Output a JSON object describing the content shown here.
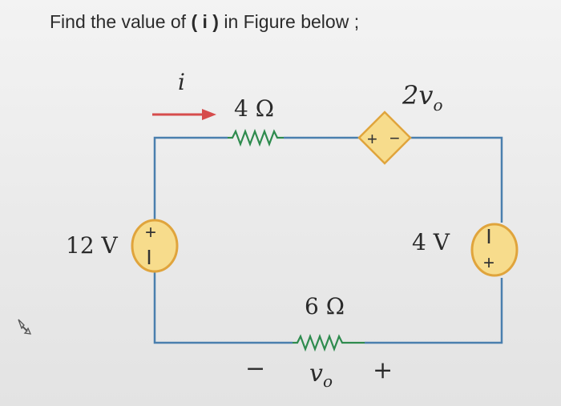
{
  "question": {
    "prefix": "Find the value of ",
    "bold": "( i )",
    "suffix": " in Figure  below ;"
  },
  "circuit": {
    "current_label": "i",
    "r_top": "4 Ω",
    "dependent_source": "2v",
    "dependent_source_sub": "o",
    "v_left": "12 V",
    "v_right": "4 V",
    "r_bottom": "6 Ω",
    "vo_label": "v",
    "vo_sub": "o",
    "vo_minus": "−",
    "vo_plus": "+"
  },
  "colors": {
    "wire": "#4a7fae",
    "source_fill": "#f7dc8c",
    "source_stroke": "#e0a43c",
    "arrow": "#d64c4c",
    "resistor": "#2e8b4e"
  }
}
